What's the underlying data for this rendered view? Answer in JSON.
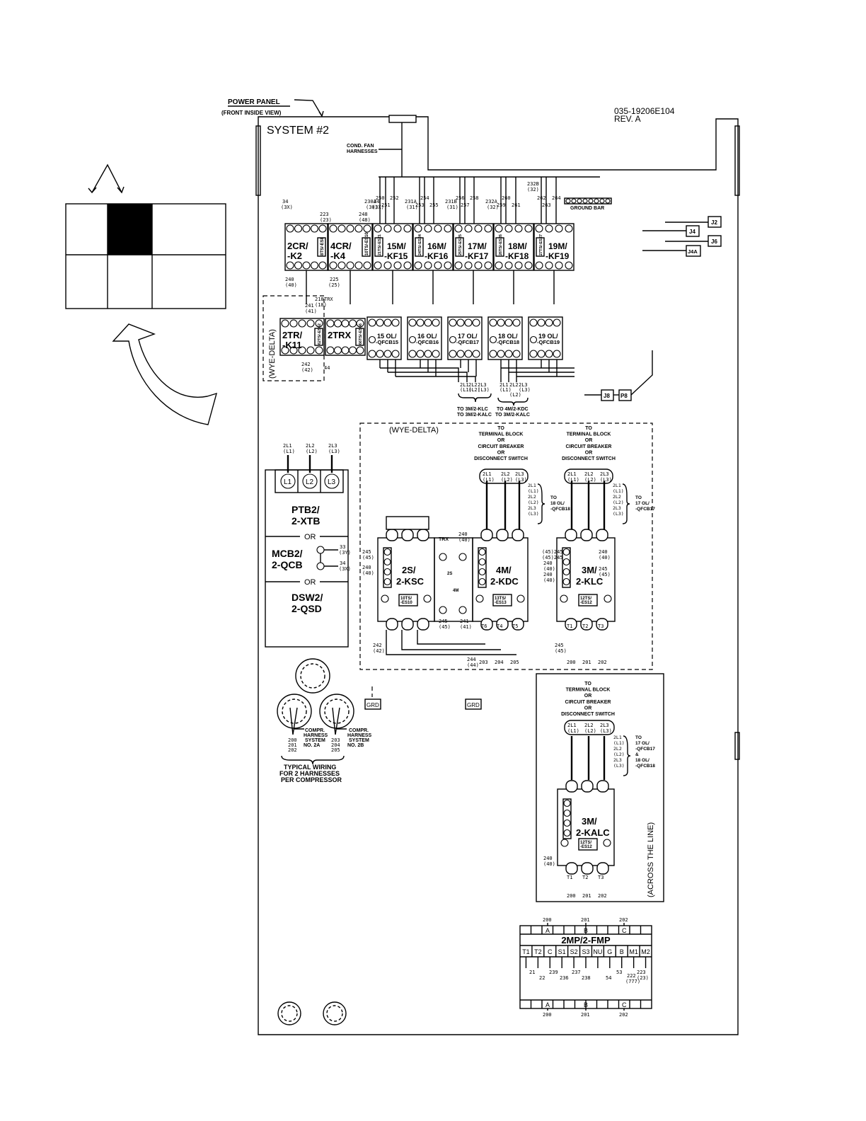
{
  "doc": {
    "drawing_number": "035-19206E104",
    "revision": "REV. A",
    "panel_title": "POWER PANEL",
    "panel_subtitle": "(FRONT INSIDE VIEW)",
    "system_label": "SYSTEM #2",
    "cond_fan_harnesses": [
      "COND. FAN",
      "HARNESSES"
    ],
    "ground_bar": "GROUND BAR",
    "connectors": [
      "J2",
      "J4",
      "J6",
      "J4A",
      "J8",
      "P8"
    ],
    "grd": "GRD"
  },
  "top_wires": [
    "250",
    "251",
    "252",
    "253",
    "254",
    "255",
    "256",
    "257",
    "258",
    "259",
    "260",
    "261",
    "262",
    "263",
    "264",
    "232B",
    "(32)"
  ],
  "relays": [
    {
      "name": "2CR/",
      "name2": "-K2",
      "ts": "8TS/-ES8",
      "w_top": [
        "34",
        "(3X)"
      ],
      "w_bot": [
        "240",
        "(40)"
      ]
    },
    {
      "name": "4CR/",
      "name2": "-K4",
      "ts": "10TS/-ES10",
      "w_top": [
        "34",
        "(3X)"
      ],
      "w_bot": [
        "225",
        "(25)"
      ]
    },
    {
      "name": "15M/",
      "name2": "-KF15",
      "ts": "21TS/-ES21",
      "w_top": [
        "230A",
        "(30)"
      ]
    },
    {
      "name": "16M/",
      "name2": "-KF16",
      "ts": "24TS/-ES24",
      "w_top": [
        "231A",
        "(31)"
      ]
    },
    {
      "name": "17M/",
      "name2": "-KF17",
      "ts": "25TS/-ES25",
      "w_top": [
        "231B",
        "(31)"
      ]
    },
    {
      "name": "18M/",
      "name2": "-KF18",
      "ts": "26TS/-ES26",
      "w_top": [
        "232A",
        "(32)"
      ]
    },
    {
      "name": "19M/",
      "name2": "-KF19",
      "ts": "27TS/-ES27",
      "w_top": [
        "262"
      ]
    }
  ],
  "extra_wire_labels": [
    "223",
    "(23)",
    "248",
    "(48)",
    "241",
    "(41)",
    "218",
    "(18)",
    "TRX",
    "242",
    "(42)",
    "44"
  ],
  "trx_relays": [
    {
      "name": "2TR/",
      "name2": "-K11",
      "ts": "62TS/-ES62"
    },
    {
      "name": "2TRX",
      "name2": "",
      "ts": "66TS/-ES66"
    }
  ],
  "wye_delta_label": "(WYE-DELTA)",
  "overloads": [
    {
      "num": "15",
      "name": "OL/",
      "name2": "-QFCB15"
    },
    {
      "num": "16",
      "name": "OL/",
      "name2": "-QFCB16"
    },
    {
      "num": "17",
      "name": "OL/",
      "name2": "-QFCB17"
    },
    {
      "num": "18",
      "name": "OL/",
      "name2": "-QFCB18"
    },
    {
      "num": "19",
      "name": "OL/",
      "name2": "-QFCB19"
    }
  ],
  "ol_feeds": [
    {
      "lines": [
        "2L1",
        "(L1)",
        "2L2",
        "(L2)",
        "2L3",
        "(L3)"
      ],
      "to": [
        "TO 3M/2-KLC",
        "TO 3M/2-KALC"
      ]
    },
    {
      "lines": [
        "2L1",
        "(L1)",
        "2L2",
        "(L2)",
        "2L3",
        "(L3)"
      ],
      "to": [
        "TO 4M/2-KDC",
        "TO 3M/2-KALC"
      ]
    }
  ],
  "ptb": {
    "top_labels": [
      "2L1",
      "(L1)",
      "2L2",
      "(L2)",
      "2L3",
      "(L3)"
    ],
    "terminals": [
      "L1",
      "L2",
      "L3"
    ],
    "opt1": [
      "PTB2/",
      "2-XTB"
    ],
    "or": "OR",
    "opt2": [
      "MCB2/",
      "2-QCB"
    ],
    "opt2_wires": [
      "33",
      "(3Y)",
      "34",
      "(3X)"
    ],
    "opt3": [
      "DSW2/",
      "2-QSD"
    ]
  },
  "wye_section": {
    "label": "(WYE-DELTA)",
    "to_block": [
      "TO",
      "TERMINAL BLOCK",
      "OR",
      "CIRCUIT BREAKER",
      "OR",
      "DISCONNECT SWITCH"
    ],
    "contactors": [
      {
        "name": "2S/",
        "name2": "2-KSC",
        "ts": "10TS/-ES10",
        "labels": [
          "245",
          "(45)",
          "240",
          "(40)",
          "242",
          "(42)",
          "TRX",
          "240",
          "(40)",
          "245",
          "(45)",
          "241",
          "(41)",
          "4M",
          "2S"
        ]
      },
      {
        "name": "4M/",
        "name2": "2-KDC",
        "ts": "13TS/-ES13",
        "labels": [
          "T6",
          "T4",
          "T5",
          "244",
          "(44)",
          "203",
          "204",
          "205"
        ]
      },
      {
        "name": "3M/",
        "name2": "2-KLC",
        "ts": "12TS/-ES12",
        "labels": [
          "(45)245",
          "(45)245",
          "240",
          "(40)",
          "240",
          "(40)",
          "240",
          "(40)",
          "245",
          "(45)",
          "245",
          "(45)",
          "T1",
          "T2",
          "T3",
          "200",
          "201",
          "202"
        ]
      }
    ],
    "to_18": [
      "TO",
      "18 OL/",
      "-QFCB18"
    ],
    "to_17": [
      "TO",
      "17 OL/",
      "-QFCB17"
    ]
  },
  "atl_section": {
    "label": "(ACROSS THE LINE)",
    "to_block": [
      "TO",
      "TERMINAL BLOCK",
      "OR",
      "CIRCUIT BREAKER",
      "OR",
      "DISCONNECT SWITCH"
    ],
    "name": "3M/",
    "name2": "2-KALC",
    "ts": "12TS/-ES12",
    "to_ol": [
      "TO",
      "17 OL/",
      "-QFCB17",
      "&",
      "18 OL/",
      "-QFCB18"
    ],
    "wires": [
      "240",
      "(40)",
      "T1",
      "T2",
      "T3",
      "200",
      "201",
      "202"
    ]
  },
  "harness": {
    "compr_a": [
      "COMPR.",
      "HARNESS",
      "SYSTEM",
      "NO. 2A"
    ],
    "compr_b": [
      "COMPR.",
      "HARNESS",
      "SYSTEM",
      "NO. 2B"
    ],
    "wires_a": [
      "200",
      "201",
      "202"
    ],
    "wires_b": [
      "203",
      "204",
      "205"
    ],
    "typical": [
      "TYPICAL WIRING",
      "FOR 2 HARNESSES",
      "PER COMPRESSOR"
    ]
  },
  "mp_block": {
    "title": "2MP/2-FMP",
    "phases": [
      "A",
      "B",
      "C"
    ],
    "phase_wires": [
      "200",
      "201",
      "202"
    ],
    "terminals": [
      "T1",
      "T2",
      "C",
      "S1",
      "S2",
      "S3",
      "NU",
      "G",
      "B",
      "M1",
      "M2"
    ],
    "wires": [
      "21",
      "22",
      "239",
      "236",
      "237",
      "238",
      "54",
      "53",
      "222",
      "(777)",
      "223",
      "(23)"
    ]
  }
}
